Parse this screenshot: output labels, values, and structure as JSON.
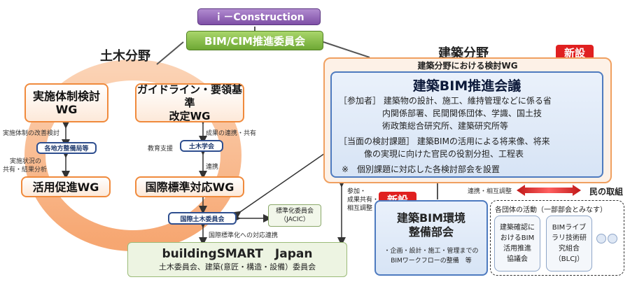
{
  "top": {
    "i_construction": "ｉ－Construction",
    "committee": "BIM/CIM推進委員会"
  },
  "civil": {
    "heading": "土木分野",
    "wg_implementation": [
      "実施体制検討",
      "WG"
    ],
    "wg_guideline": [
      "ガイドライン・要領基準",
      "改定WG"
    ],
    "wg_promotion": "活用促進WG",
    "wg_international": "国際標準対応WG",
    "regional_bureaus": "各地方整備局等",
    "jsce": "土木学会",
    "intl_civil_committee": "国際土木委員会",
    "note_improvement": "実施体制の改善検討",
    "note_status": [
      "実施状況の",
      "共有・結果分析"
    ],
    "note_results": "成果の連携・共有",
    "note_education": "教育支援",
    "note_coop": "連携",
    "note_intl": "国際標準化への対応連携"
  },
  "standardization": {
    "label": [
      "標準化委員会",
      "（JACIC）"
    ]
  },
  "bsj": {
    "title": "buildingSMART　Japan",
    "subtitle": "土木委員会、建築(意匠・構造・設備）委員会"
  },
  "architecture": {
    "heading": "建築分野",
    "new_badge": "新設",
    "wg_title": "建築分野における検討WG",
    "council_title": "建築BIM推進会議",
    "participants": [
      "［参加者］ 建築物の設計、施工、維持管理などに係る省",
      "内関係部署、民間関係団体、学識、国土技",
      "術政策総合研究所、建築研究所等"
    ],
    "issues": [
      "［当面の検討課題］ 建築BIMの活用による将来像、将来",
      "像の実現に向けた官民の役割分担、工程表"
    ],
    "note": "※　個別課題に対応した各検討部会を設置"
  },
  "env_council": {
    "new_badge": "新設",
    "title": [
      "建築BIM環境",
      "整備部会"
    ],
    "desc": [
      "・企画・設計・施工・管理までの",
      "BIMワークフローの整備　等"
    ]
  },
  "links": {
    "participation": [
      "参加・",
      "成果共有・",
      "相互調整"
    ],
    "coop_adjust": "連携・相互調整"
  },
  "private": {
    "heading": "民の取組",
    "caption": "各団体の活動（一部部会とみなす）",
    "box1": [
      "建築確認に",
      "おけるBIM",
      "活用推進",
      "協議会"
    ],
    "box2": [
      "BIMライブ",
      "ラリ技術研",
      "究組合",
      "（BLCJ）"
    ]
  }
}
